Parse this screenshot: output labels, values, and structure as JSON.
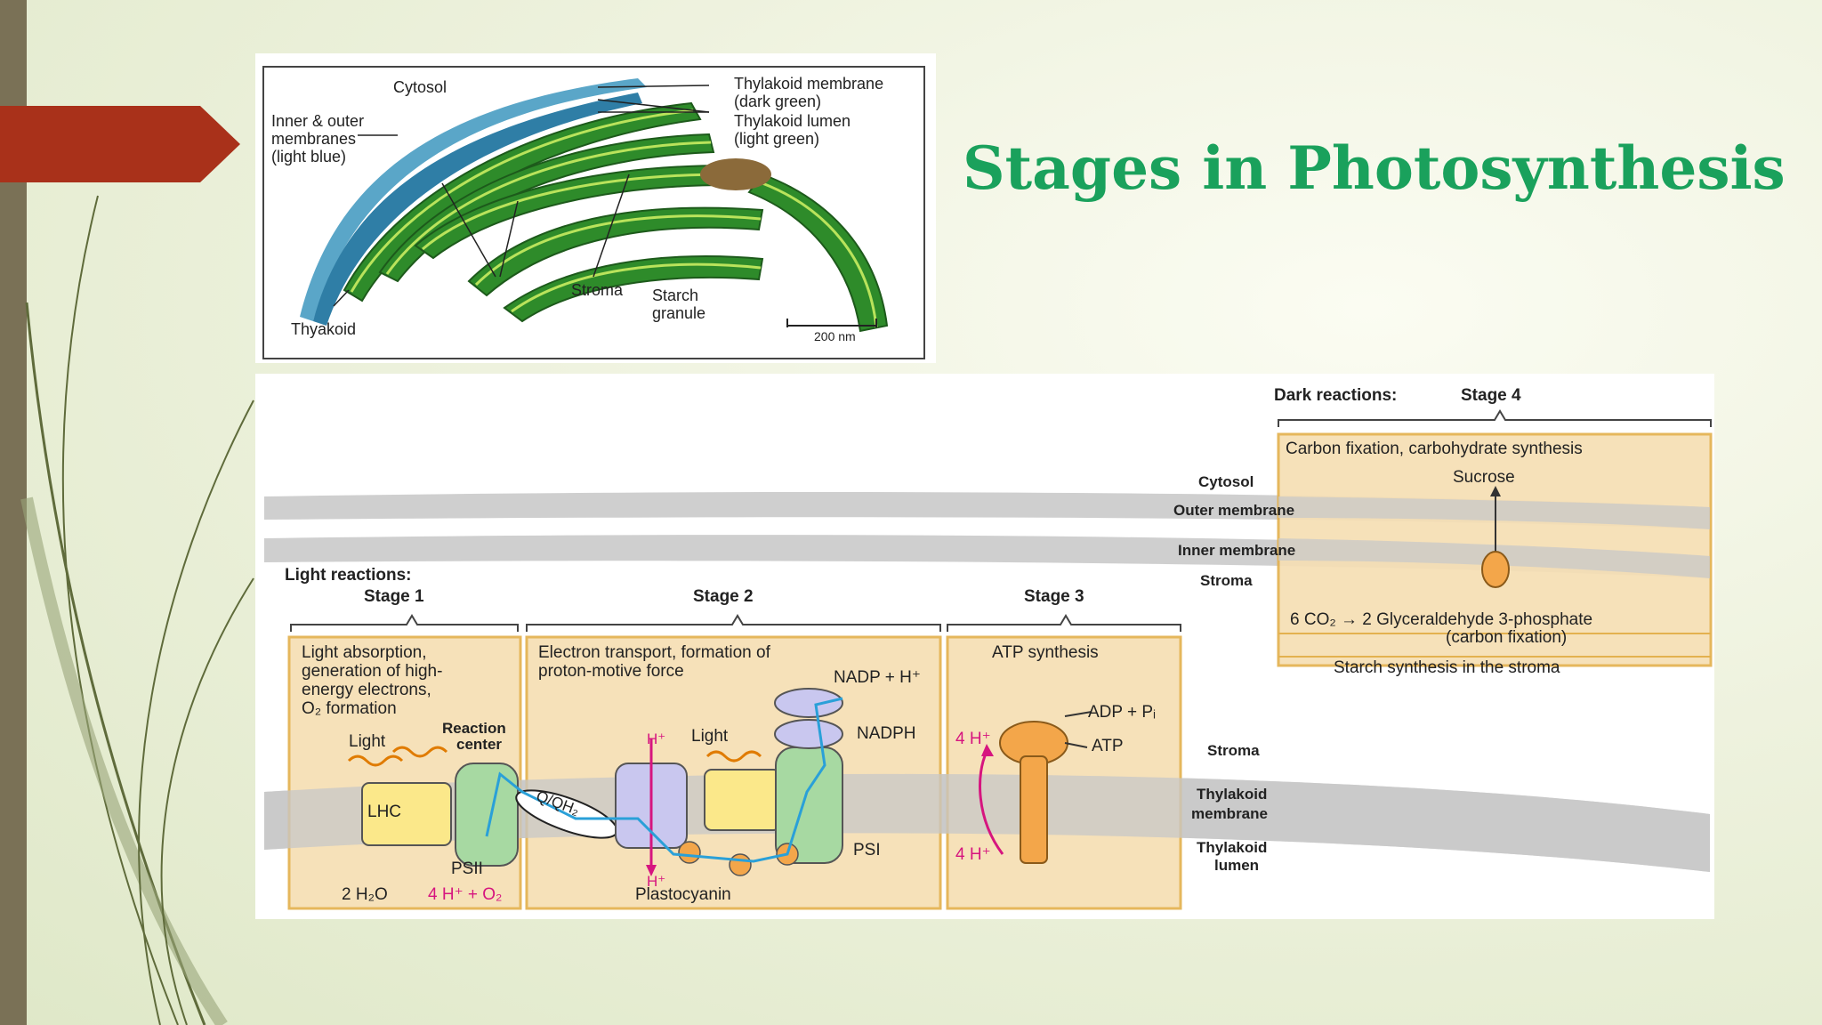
{
  "slide": {
    "title": "Stages in Photosynthesis",
    "colors": {
      "accent_arrow": "#a9311a",
      "title": "#1aa15c",
      "left_bar": "#7a7156"
    }
  },
  "micrograph": {
    "labels": {
      "cytosol": "Cytosol",
      "membranes": [
        "Inner & outer",
        "membranes",
        "(light blue)"
      ],
      "thylakoid_membrane": [
        "Thylakoid membrane",
        "(dark green)"
      ],
      "thylakoid_lumen": [
        "Thylakoid lumen",
        "(light green)"
      ],
      "stroma": "Stroma",
      "starch": [
        "Starch",
        "granule"
      ],
      "thylakoid": "Thyakoid",
      "scale": "200 nm"
    }
  },
  "diagram": {
    "dark_reactions": "Dark reactions:",
    "stage4": "Stage 4",
    "stage4_box": {
      "title": "Carbon fixation, carbohydrate synthesis",
      "sucrose": "Sucrose",
      "reaction": [
        "6 CO₂ → 2 Glyceraldehyde 3-phosphate",
        "(carbon fixation)"
      ],
      "footer": "Starch synthesis in the stroma"
    },
    "compartments": {
      "cytosol": "Cytosol",
      "outer_membrane": "Outer membrane",
      "inner_membrane": "Inner membrane",
      "stroma_top": "Stroma",
      "stroma": "Stroma",
      "thylakoid_membrane": [
        "Thylakoid",
        "membrane"
      ],
      "thylakoid_lumen": [
        "Thylakoid",
        "lumen"
      ]
    },
    "light_reactions": "Light reactions:",
    "stage1": {
      "label": "Stage 1",
      "desc": [
        "Light absorption,",
        "generation of high-",
        "energy electrons,",
        "O₂ formation"
      ],
      "light": "Light",
      "reaction_center": [
        "Reaction",
        "center"
      ],
      "lhc": "LHC",
      "psii": "PSII",
      "water": "2 H₂O",
      "products": "4 H⁺ + O₂"
    },
    "stage2": {
      "label": "Stage 2",
      "desc": [
        "Electron transport, formation of",
        "proton-motive force"
      ],
      "q": "Q/QH₂",
      "hplus_top": "H⁺",
      "hplus_bottom": "H⁺",
      "light": "Light",
      "nadp": "NADP + H⁺",
      "nadph": "NADPH",
      "psi": "PSI",
      "plastocyanin": "Plastocyanin"
    },
    "stage3": {
      "label": "Stage 3",
      "desc": "ATP synthesis",
      "adp": "ADP + Pᵢ",
      "atp": "ATP",
      "h_stroma": "4 H⁺",
      "h_lumen": "4 H⁺"
    }
  }
}
